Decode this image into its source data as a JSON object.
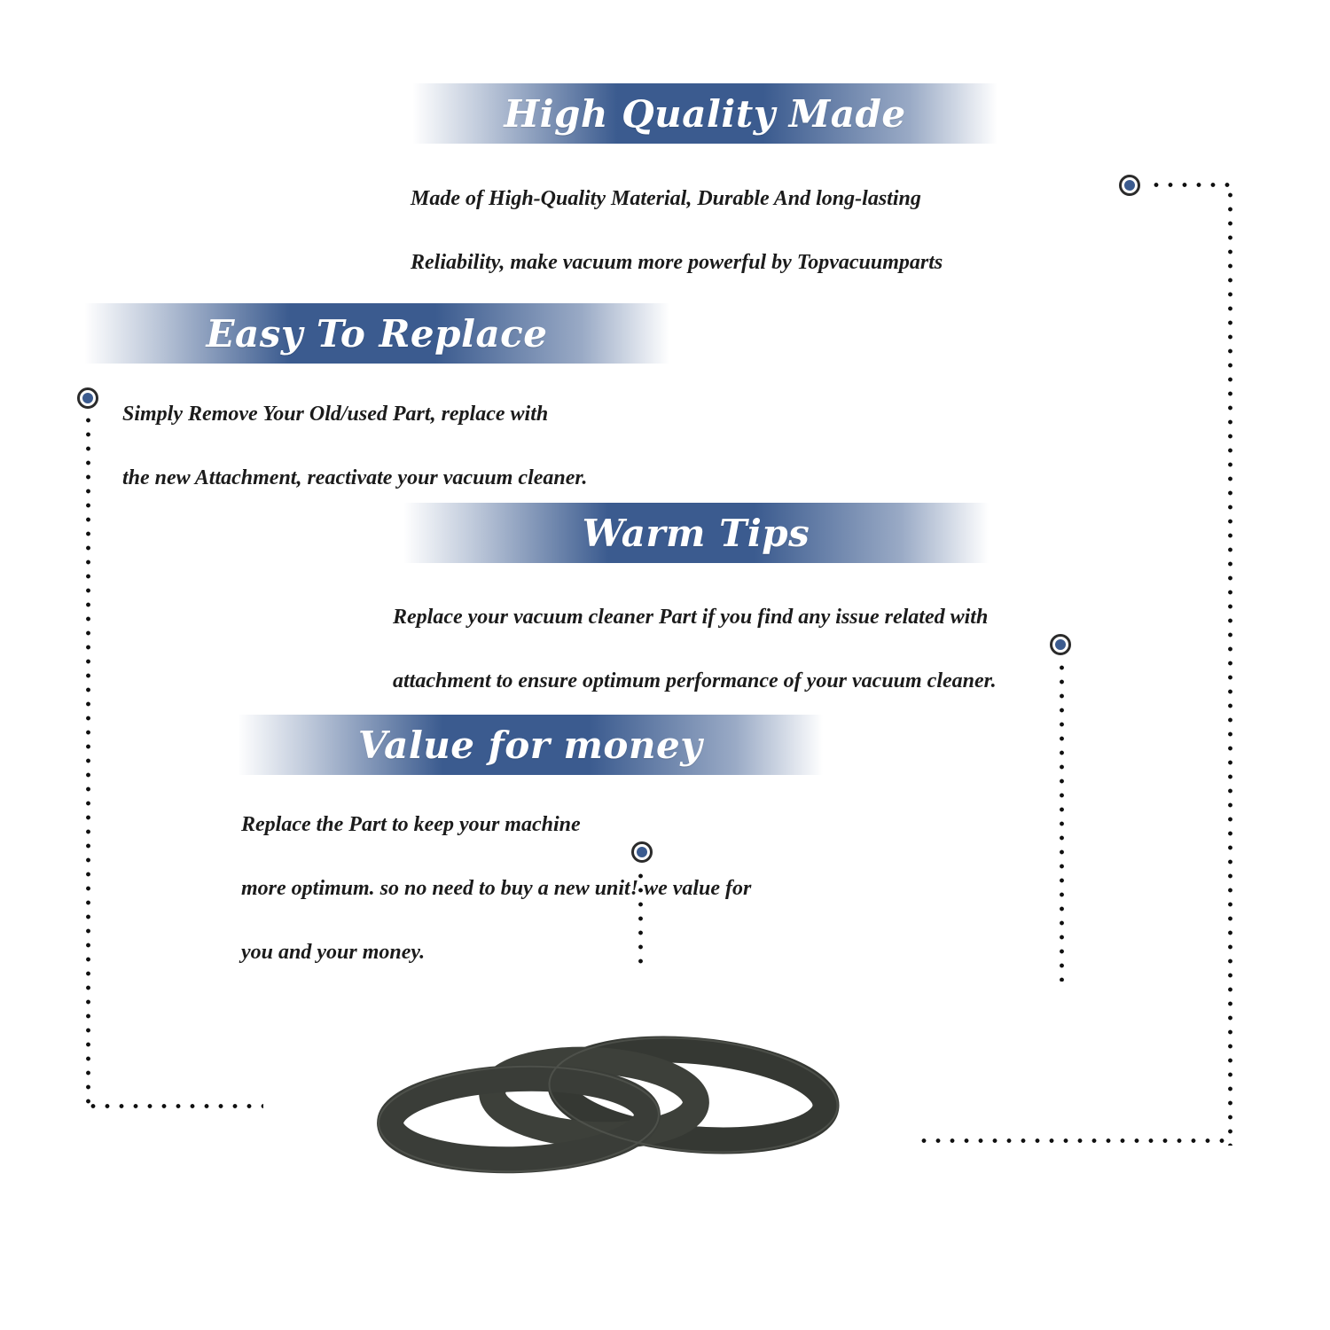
{
  "features": [
    {
      "title": "High Quality Made",
      "line1": "Made of  High-Quality Material, Durable And long-lasting",
      "line2": "Reliability, make vacuum more powerful by Topvacuumparts"
    },
    {
      "title": "Easy To Replace",
      "line1": "Simply Remove Your Old/used Part, replace with",
      "line2": "the new Attachment, reactivate your vacuum cleaner."
    },
    {
      "title": "Warm Tips",
      "line1": "Replace your vacuum cleaner Part if you find any issue related with",
      "line2": " attachment to ensure optimum performance of your vacuum cleaner."
    },
    {
      "title": "Value for money",
      "line1": "Replace the Part to keep your machine",
      "line2": "more optimum. so no need to buy a new unit! we value for",
      "line3": "you and your money."
    }
  ],
  "colors": {
    "banner": "#3b5b8f",
    "marker_center": "#3b5b8f",
    "text": "#1b1b1b",
    "belt": "#3a3d38"
  },
  "icons": [
    "marker-dot-icon",
    "vacuum-belt-icon"
  ]
}
